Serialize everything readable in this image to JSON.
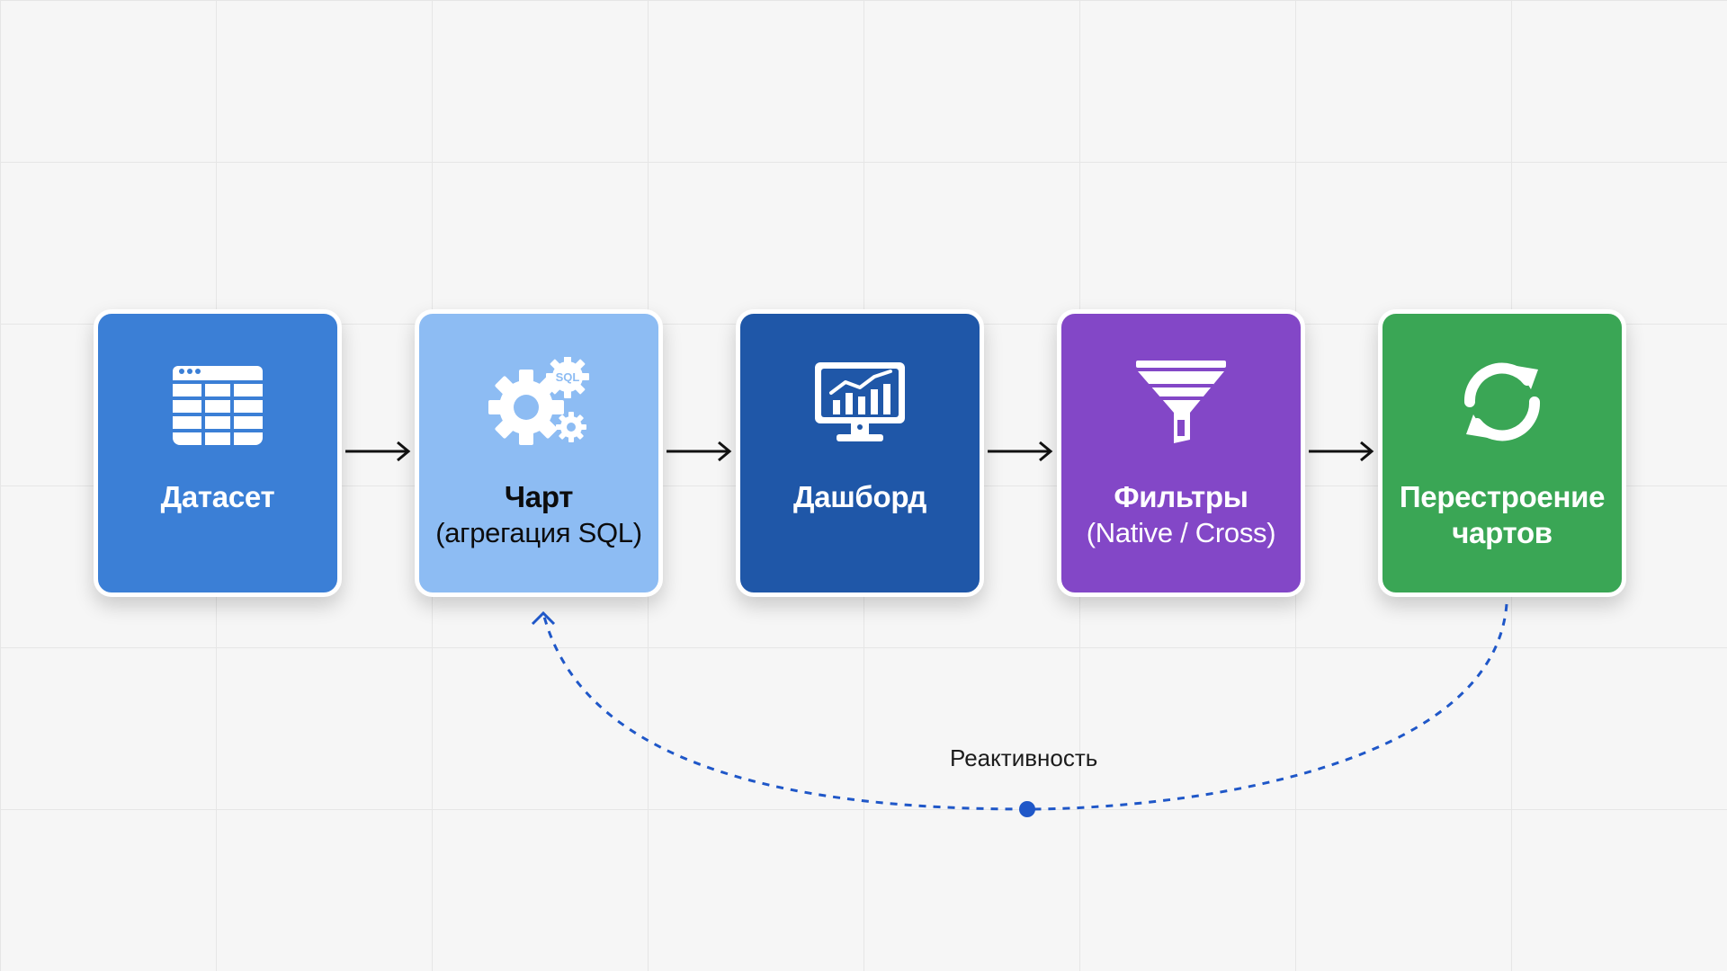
{
  "steps": [
    {
      "id": "dataset",
      "title": "Датасет",
      "subtitle": "",
      "icon": "table-icon",
      "color": "#3b7fd6"
    },
    {
      "id": "chart",
      "title": "Чарт",
      "subtitle": "(агрегация SQL)",
      "icon": "sql-gears-icon",
      "color": "#8dbcf3"
    },
    {
      "id": "dashboard",
      "title": "Дашборд",
      "subtitle": "",
      "icon": "monitor-chart-icon",
      "color": "#1f57a8"
    },
    {
      "id": "filters",
      "title": "Фильтры",
      "subtitle": "(Native / Cross)",
      "icon": "funnel-icon",
      "color": "#8347c7"
    },
    {
      "id": "rebuild",
      "title": "Перестроение",
      "subtitle": "чартов",
      "icon": "refresh-icon",
      "color": "#3aa655"
    }
  ],
  "icon_text": {
    "sql_badge": "SQL"
  },
  "feedback": {
    "label": "Реактивность",
    "color": "#1f57c8"
  }
}
